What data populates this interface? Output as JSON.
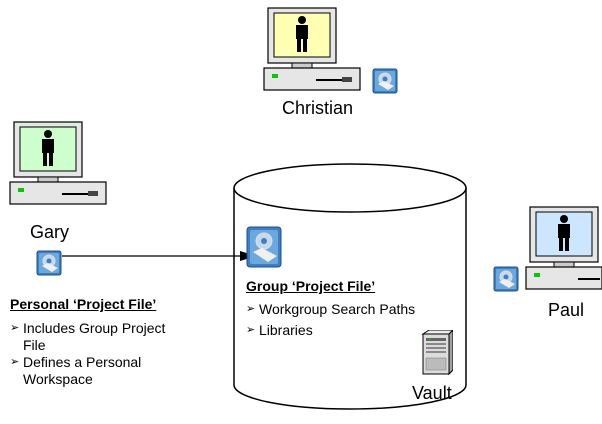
{
  "users": {
    "christian": {
      "name": "Christian",
      "screen_color": "#ffffb3"
    },
    "gary": {
      "name": "Gary",
      "screen_color": "#ccffcc"
    },
    "paul": {
      "name": "Paul",
      "screen_color": "#cce6ff"
    }
  },
  "personal": {
    "title": "Personal ‘Project File’",
    "bullets": [
      {
        "line1": "Includes Group Project",
        "line2": "File"
      },
      {
        "line1": "Defines a Personal",
        "line2": "Workspace"
      }
    ]
  },
  "group": {
    "title": "Group ‘Project File’",
    "bullets": [
      "Workgroup Search Paths",
      "Libraries"
    ]
  },
  "vault": {
    "label": "Vault"
  },
  "icons": {
    "computer": "computer-icon",
    "person": "person-icon",
    "project_file": "project-file-icon",
    "server": "server-icon",
    "database": "database-icon"
  },
  "colors": {
    "monitor_body": "#e6e6e6",
    "line": "#000000",
    "led": "#00cc00"
  }
}
